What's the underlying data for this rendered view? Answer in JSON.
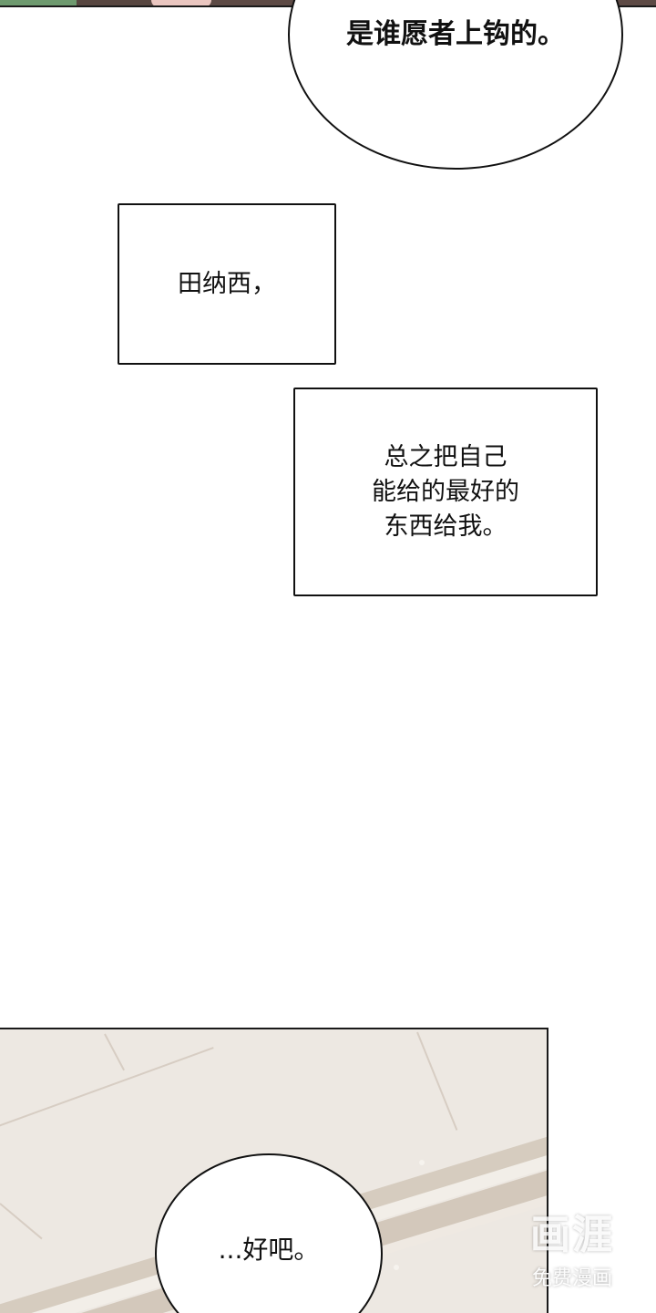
{
  "top_panel": {
    "colors": {
      "hair_green": "#6e9a6f",
      "coat": "#5d4a45",
      "skin": "#eac6c0"
    }
  },
  "bubbles": {
    "top": {
      "text": "是谁愿者上钩的。"
    },
    "bottom": {
      "text": "...好吧。"
    }
  },
  "captions": [
    {
      "text": "田纳西，"
    },
    {
      "text": "总之把自己\n能给的最好的\n东西给我。"
    }
  ],
  "bottom_panel": {
    "colors": {
      "floor": "#ede8e2",
      "rail": "#d6ccbf",
      "border": "#1a1a1a"
    }
  },
  "watermark": {
    "logo": "画涯",
    "subtitle": "免费漫画"
  }
}
